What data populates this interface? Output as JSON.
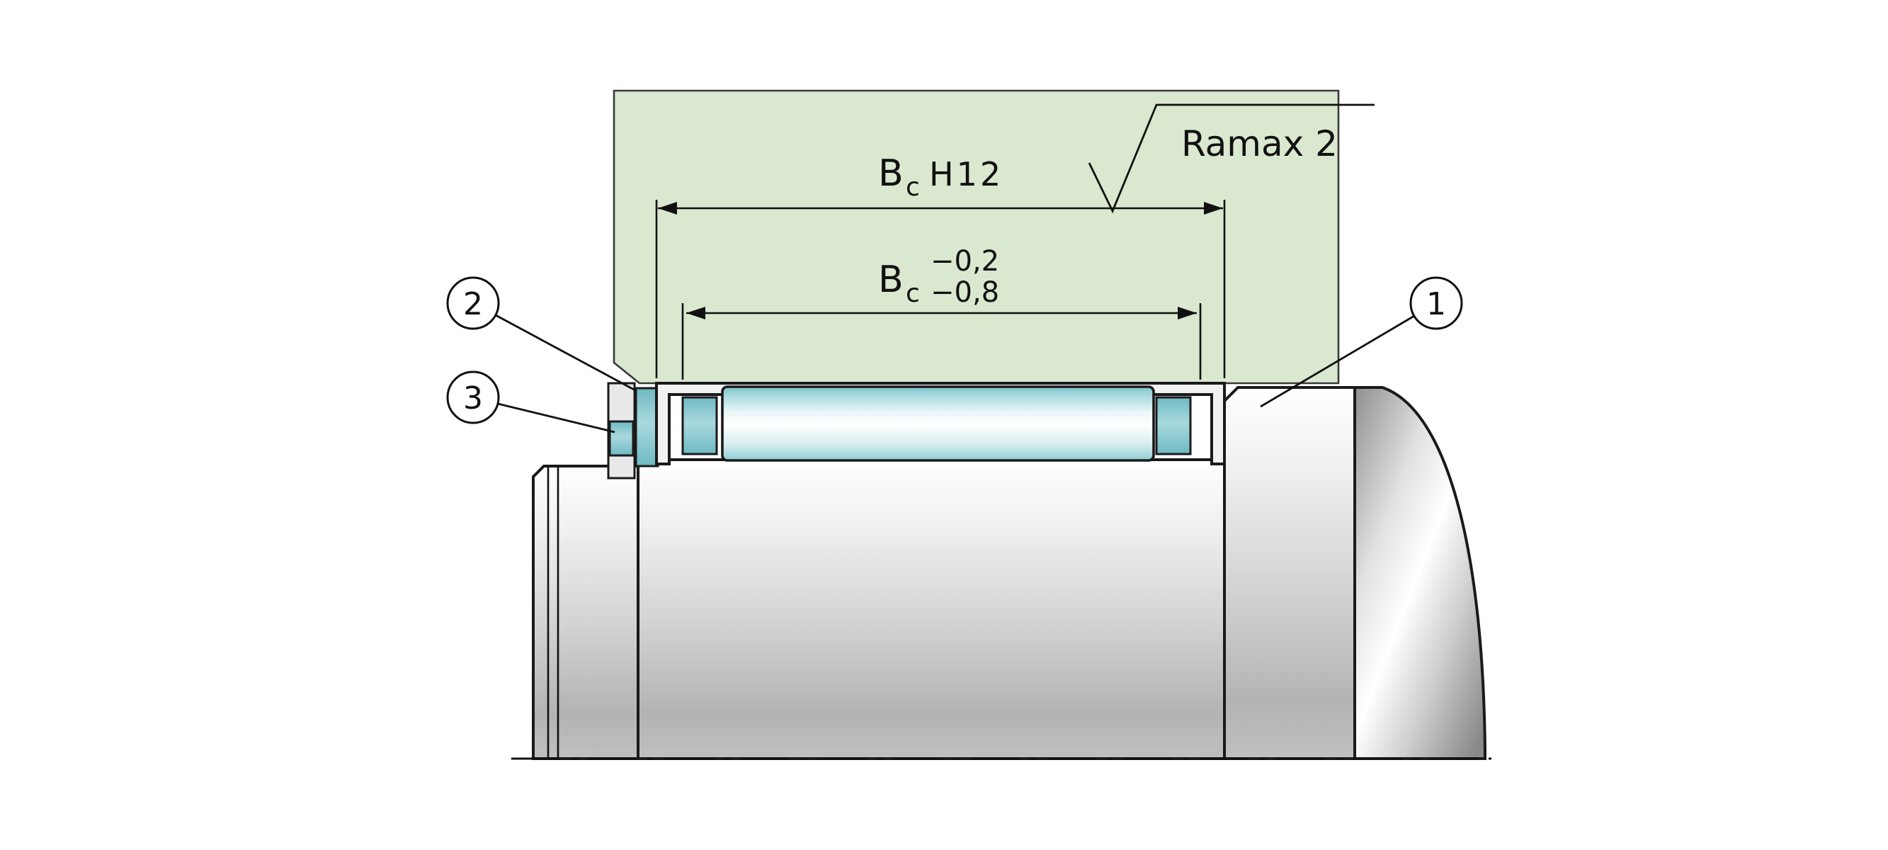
{
  "drawing": {
    "surface_finish": {
      "label": "Ramax 2"
    },
    "dims": {
      "outer": {
        "symbol": "B",
        "subscript": "c",
        "fit": "H12"
      },
      "inner": {
        "symbol": "B",
        "subscript": "c",
        "upper": "−0,2",
        "lower": "−0,8"
      }
    },
    "callouts": {
      "c1": "1",
      "c2": "2",
      "c3": "3"
    },
    "colors": {
      "housing_green": "#d9e8cf",
      "component_teal": "#7fc3cc",
      "line": "#1a1a1a"
    }
  }
}
